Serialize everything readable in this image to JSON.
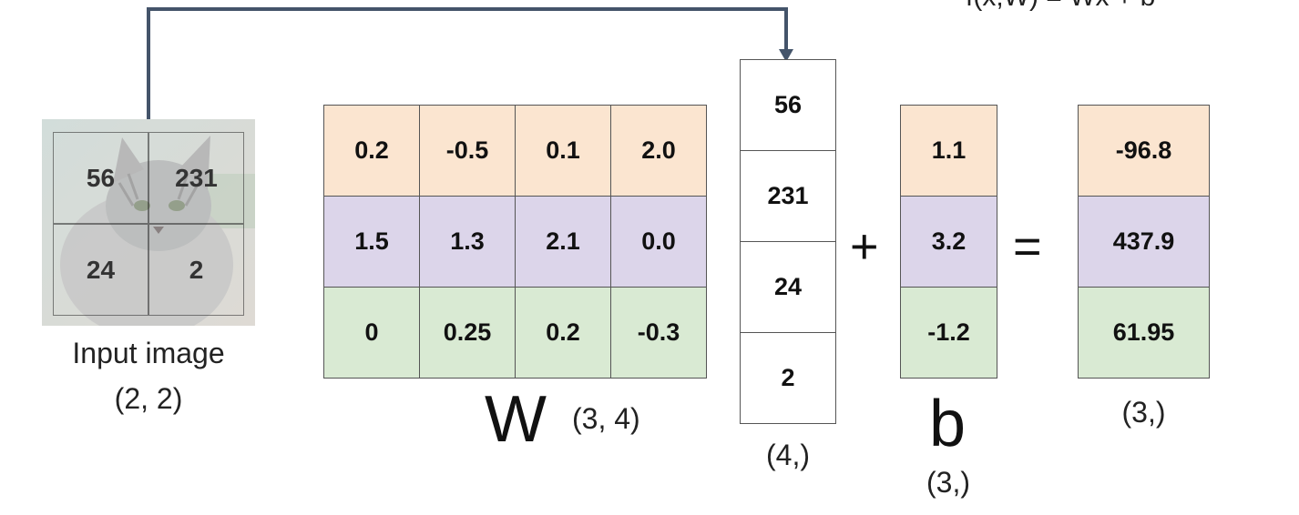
{
  "input_image": {
    "pixels": [
      "56",
      "231",
      "24",
      "2"
    ],
    "label": "Input image",
    "shape": "(2, 2)"
  },
  "weights": {
    "rows": [
      [
        "0.2",
        "-0.5",
        "0.1",
        "2.0"
      ],
      [
        "1.5",
        "1.3",
        "2.1",
        "0.0"
      ],
      [
        "0",
        "0.25",
        "0.2",
        "-0.3"
      ]
    ],
    "symbol": "W",
    "shape": "(3, 4)"
  },
  "x_vector": {
    "values": [
      "56",
      "231",
      "24",
      "2"
    ],
    "shape": "(4,)"
  },
  "plus": "+",
  "bias": {
    "values": [
      "1.1",
      "3.2",
      "-1.2"
    ],
    "symbol": "b",
    "shape": "(3,)"
  },
  "equals": "=",
  "output": {
    "values": [
      "-96.8",
      "437.9",
      "61.95"
    ],
    "shape": "(3,)"
  },
  "colors": {
    "row0": "#fbe5d0",
    "row1": "#dcd5ea",
    "row2": "#d9ead3",
    "arrow": "#44546a"
  },
  "icons": [
    "cat-photo",
    "arrow-connector"
  ]
}
